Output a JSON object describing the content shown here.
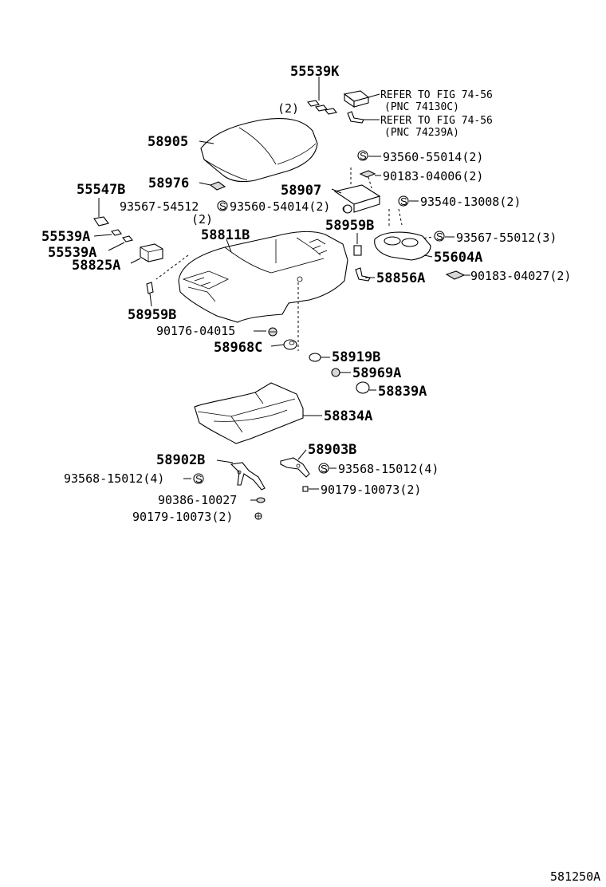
{
  "diagram": {
    "labels": {
      "p55539K": "55539K",
      "qty_armrest": "(2)",
      "refer1_line1": "REFER TO FIG 74-56",
      "refer1_line2": "(PNC 74130C)",
      "refer2_line1": "REFER TO FIG 74-56",
      "refer2_line2": "(PNC 74239A)",
      "p58905": "58905",
      "p93560_55014": "93560-55014(2)",
      "p90183_04006": "90183-04006(2)",
      "p58907": "58907",
      "p58976": "58976",
      "p55547B": "55547B",
      "p93567_54512": "93567-54512",
      "p93560_54014": "93560-54014(2)",
      "qty_54512": "(2)",
      "p93540_13008": "93540-13008(2)",
      "p58959B_upper": "58959B",
      "p93567_55012": "93567-55012(3)",
      "p55539A_1": "55539A",
      "p58811B": "58811B",
      "p55539A_2": "55539A",
      "p58825A": "58825A",
      "p55604A": "55604A",
      "p58856A": "58856A",
      "p90183_04027": "90183-04027(2)",
      "p58959B_lower": "58959B",
      "p90176_04015": "90176-04015",
      "p58968C": "58968C",
      "p58919B": "58919B",
      "p58969A": "58969A",
      "p58839A": "58839A",
      "p58834A": "58834A",
      "p58903B": "58903B",
      "p58902B": "58902B",
      "p93568_15012_right": "93568-15012(4)",
      "p93568_15012_left": "93568-15012(4)",
      "p90179_10073_right": "90179-10073(2)",
      "p90386_10027": "90386-10027",
      "p90179_10073_left": "90179-10073(2)",
      "s_marker": "S",
      "figure_code": "581250A"
    }
  }
}
